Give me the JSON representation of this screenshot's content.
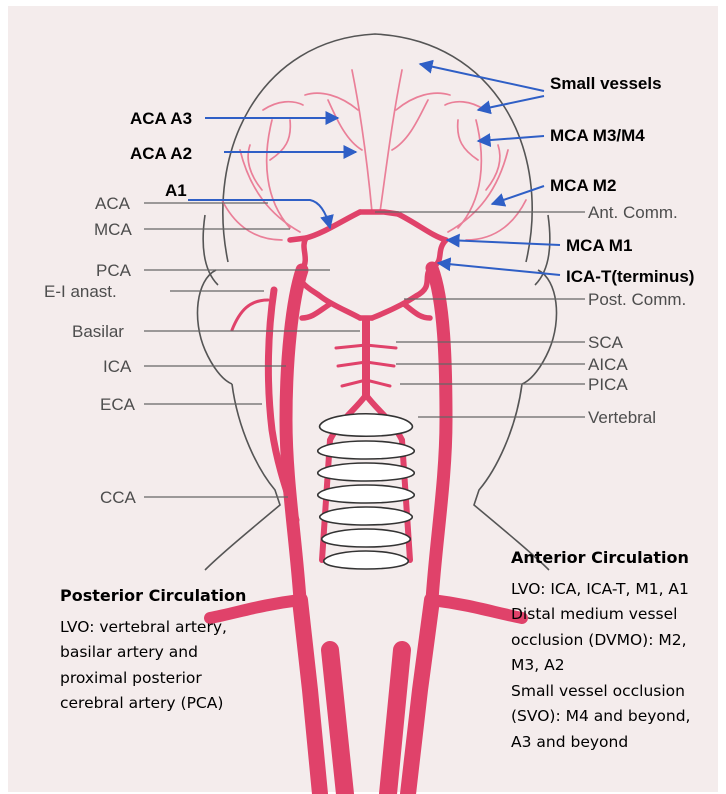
{
  "labels_left": {
    "aca": "ACA",
    "mca": "MCA",
    "pca": "PCA",
    "ei_anast": "E-I anast.",
    "basilar": "Basilar",
    "ica": "ICA",
    "eca": "ECA",
    "cca": "CCA"
  },
  "labels_right": {
    "ant_comm": "Ant. Comm.",
    "post_comm": "Post. Comm.",
    "sca": "SCA",
    "aica": "AICA",
    "pica": "PICA",
    "vertebral": "Vertebral"
  },
  "annotations": {
    "aca_a3": "ACA A3",
    "aca_a2": "ACA A2",
    "a1": "A1",
    "small_vessels": "Small vessels",
    "mca_m3m4": "MCA M3/M4",
    "mca_m2": "MCA M2",
    "mca_m1": "MCA M1",
    "ica_t": "ICA-T(terminus)"
  },
  "anterior": {
    "heading": "Anterior Circulation",
    "lines": [
      "LVO: ICA, ICA-T, M1, A1",
      "Distal medium vessel",
      "occlusion (DVMO): M2,",
      "M3, A2",
      "Small vessel occlusion",
      "(SVO): M4 and beyond,",
      "A3 and beyond"
    ]
  },
  "posterior": {
    "heading": "Posterior Circulation",
    "lines": [
      "LVO: vertebral artery,",
      "basilar artery and",
      "proximal posterior",
      "cerebral artery (PCA)"
    ]
  },
  "colors": {
    "background": "#f4ecec",
    "vessel": "#e0426a",
    "vessel_light": "#ea7f98",
    "arrow": "#2f5fc6",
    "outline": "#555555"
  }
}
